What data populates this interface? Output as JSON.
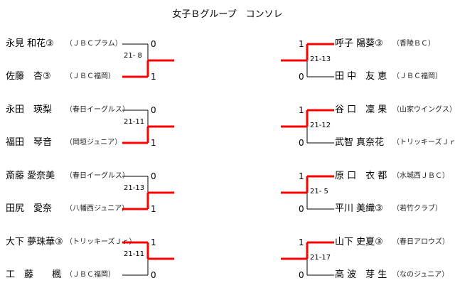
{
  "title": "女子Ｂグループ　コンソレ",
  "left_matches": [
    {
      "score": "21- 8",
      "players": [
        {
          "name": "永見 和花③",
          "team": "（ＪＢＣプラム）",
          "result": "0"
        },
        {
          "name": "佐藤　杏③",
          "team": "（ＪＢＣ福岡）",
          "result": "1"
        }
      ]
    },
    {
      "score": "21-11",
      "players": [
        {
          "name": "永田　瑛梨",
          "team": "（春日イーグルス）",
          "result": "0"
        },
        {
          "name": "福田　琴音",
          "team": "（岡垣ジュニア）",
          "result": "1"
        }
      ]
    },
    {
      "score": "21-13",
      "players": [
        {
          "name": "斎藤 愛奈美",
          "team": "（春日イーグルス）",
          "result": "0"
        },
        {
          "name": "田尻　愛奈",
          "team": "（八幡西ジュニア）",
          "result": "1"
        }
      ]
    },
    {
      "score": "21-11",
      "players": [
        {
          "name": "大下 夢珠華③",
          "team": "（トリッキーズＪｒ）",
          "result": "1"
        },
        {
          "name": "工　藤　　楓",
          "team": "（ＪＢＣ福岡）",
          "result": "0"
        }
      ]
    }
  ],
  "right_matches": [
    {
      "score": "21-13",
      "players": [
        {
          "name": "呼子 陽葵③",
          "team": "（香陵ＢＣ）",
          "result": "1"
        },
        {
          "name": "田 中　友 恵",
          "team": "（ＪＢＣ福岡）",
          "result": "0"
        }
      ]
    },
    {
      "score": "21-12",
      "players": [
        {
          "name": "谷 口　凜 果",
          "team": "（山家ウイングス）",
          "result": "1"
        },
        {
          "name": "武智 真奈花",
          "team": "（トリッキーズＪｒ）",
          "result": "0"
        }
      ]
    },
    {
      "score": "21- 5",
      "players": [
        {
          "name": "原 口　衣 都",
          "team": "（水城西ＪＢＣ）",
          "result": "1"
        },
        {
          "name": "平川 美織③",
          "team": "（若竹クラブ）",
          "result": "0"
        }
      ]
    },
    {
      "score": "21-17",
      "players": [
        {
          "name": "山下 史夏③",
          "team": "（春日アロウズ）",
          "result": "1"
        },
        {
          "name": "高 波　芽 生",
          "team": "（なのジュニア）",
          "result": "0"
        }
      ]
    }
  ],
  "colors": {
    "winner_line": "#ff0000",
    "line": "#000000"
  }
}
